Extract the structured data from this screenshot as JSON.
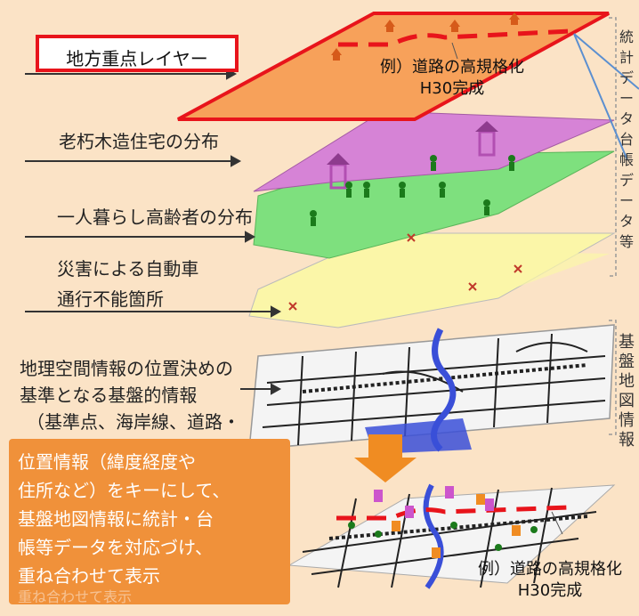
{
  "layers": [
    {
      "label": "地方重点レイヤー",
      "color": "#f7a15a",
      "border": "#e8141b"
    },
    {
      "label": "老朽木造住宅の分布",
      "color": "#cc66cc"
    },
    {
      "label": "一人暮らし高齢者の分布",
      "color": "#66e066"
    },
    {
      "label": "災害による自動車",
      "color": "#f5f08a"
    },
    {
      "label": "通行不能箇所"
    }
  ],
  "base_text": {
    "line1": "地理空間情報の位置決めの",
    "line2": "基準となる基盤的情報",
    "line3": "（基準点、海岸線、道路・"
  },
  "note_top": {
    "line1": "例）道路の高規格化",
    "line2": "H30完成"
  },
  "note_bottom": {
    "line1": "例）道路の高規格化",
    "line2": "H30完成"
  },
  "side_labels": {
    "stats": "統計データ台帳データ等",
    "basemap": "基盤地図情報"
  },
  "summary": {
    "line1": "位置情報（緯度経度や",
    "line2": "住所など）をキーにして、",
    "line3": "基盤地図情報に統計・台",
    "line4": "帳等データを対応づけ、",
    "line5": "重ね合わせて表示",
    "faded": "重ね合わせて表示"
  },
  "colors": {
    "accent_red": "#e8141b",
    "orange": "#f0913a",
    "blue": "#5b8fd0",
    "road_blue": "#3a4fd8"
  }
}
